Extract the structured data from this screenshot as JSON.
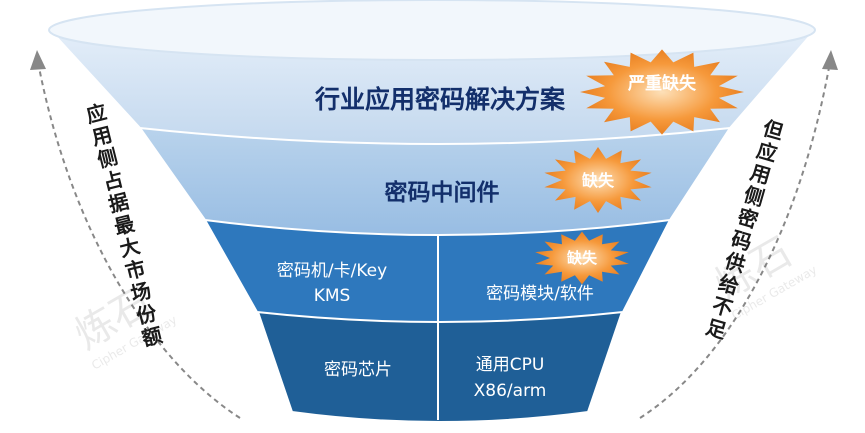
{
  "funnel": {
    "layer1": {
      "label": "行业应用密码解决方案",
      "tag": "严重缺失"
    },
    "layer2": {
      "label": "密码中间件",
      "tag": "缺失"
    },
    "layer3": {
      "left": [
        "密码机/卡/Key",
        "KMS"
      ],
      "right": "密码模块/软件",
      "tag": "缺失"
    },
    "layer4": {
      "left": "密码芯片",
      "right": [
        "通用CPU",
        "X86/arm"
      ]
    }
  },
  "side_left": "应用侧占据最大市场份额",
  "side_right": "但应用侧密码供给不足",
  "watermark": {
    "cn": "炼石",
    "en": "Cipher Gateway"
  },
  "colors": {
    "layer1": "#d2e2f3",
    "layer2": "#a9c8e6",
    "layer3": "#2e78bd",
    "layer4": "#1f5f97",
    "dark_text": "#132f6b",
    "burst": "#f6993b"
  }
}
